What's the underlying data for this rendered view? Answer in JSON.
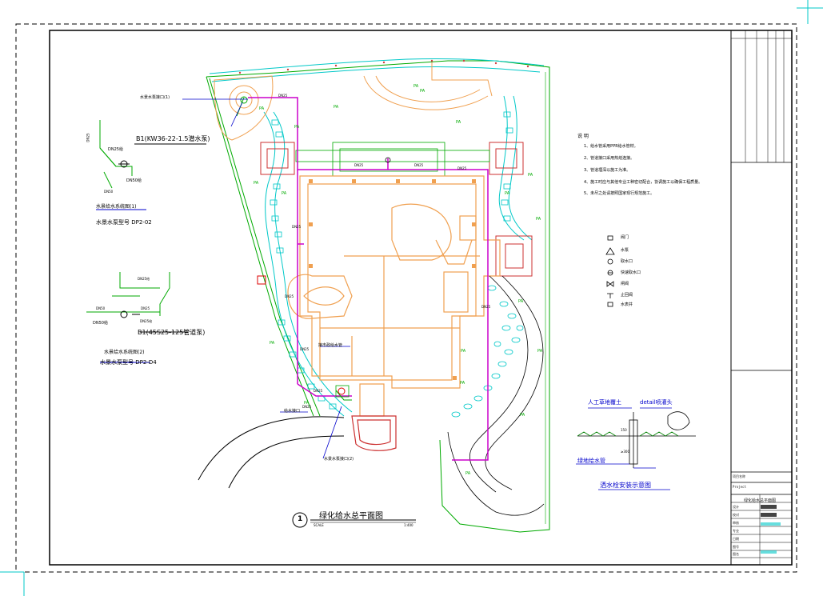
{
  "drawing": {
    "title": "绿化给水总平面图",
    "number": "1",
    "scale_label": "SCALE",
    "scale_value": "1:400"
  },
  "detail_1": {
    "pump_label": "B1(KW36-22-1.5潜水泵)",
    "pipe_a": "DN25",
    "pipe_b": "DN25给",
    "pipe_c": "DN50给",
    "pipe_d": "DN50",
    "caption": "水景给水系统图(1)",
    "subcaption": "水景水泵型号 DP2-02"
  },
  "detail_2": {
    "pump_label": "B1(45S25-125管道泵)",
    "pipe_a": "DN25给",
    "pipe_b": "DN50",
    "pipe_c": "DN50给",
    "pipe_d": "DN25",
    "pipe_e": "DN25给",
    "caption": "水景给水系统图(2)",
    "subcaption": "水景水泵型号 DP2-D4"
  },
  "notes": {
    "heading": "说    明",
    "items": [
      "1、给水管采用PPR给水管材。",
      "2、管道接口采用热熔连接。",
      "3、管道埋深以施工为准。",
      "4、施工时应与其他专业工种密切配合，协调施工以确保工程质量。",
      "5、未尽之处请按照国家现行规范施工。"
    ]
  },
  "legend": {
    "items": [
      {
        "symbol": "阀",
        "label": "阀门"
      },
      {
        "symbol": "泵",
        "label": "水泵"
      },
      {
        "symbol": "○",
        "label": "取水口"
      },
      {
        "symbol": "⊖",
        "label": "快速取水口"
      },
      {
        "symbol": "⋈",
        "label": "闸阀"
      },
      {
        "symbol": "⊤",
        "label": "止回阀"
      },
      {
        "symbol": "水",
        "label": "水表井"
      }
    ]
  },
  "sprinkler_detail": {
    "label_a": "人工草地覆土",
    "label_b": "detail喷灌头",
    "label_c": "绿地给水管",
    "caption": "洒水栓安装示意图",
    "dim": "150",
    "depth": "≥300"
  },
  "plan_labels": {
    "pump_1": "水景水泵接口(1)",
    "pump_2": "水景水泵接口(2)",
    "connection": "接市政给水管",
    "outlet": "给水接口",
    "pipes": [
      "DN25",
      "DN25",
      "DN25",
      "DN25",
      "DN25",
      "DN25",
      "DN25",
      "DN25",
      "DN25",
      "DN25"
    ]
  },
  "title_block": {
    "rows": [
      "项目名称",
      "图名",
      "设计",
      "校对",
      "审核",
      "Project",
      "专业",
      "日期",
      "图号"
    ],
    "drawing_name": "绿化给水总平面图"
  },
  "colors": {
    "frame": "#000000",
    "cyan": "#00c8c8",
    "green": "#00aa00",
    "orange": "#f0a050",
    "magenta": "#cc00cc",
    "red": "#dd0000",
    "blue": "#2020d0"
  }
}
